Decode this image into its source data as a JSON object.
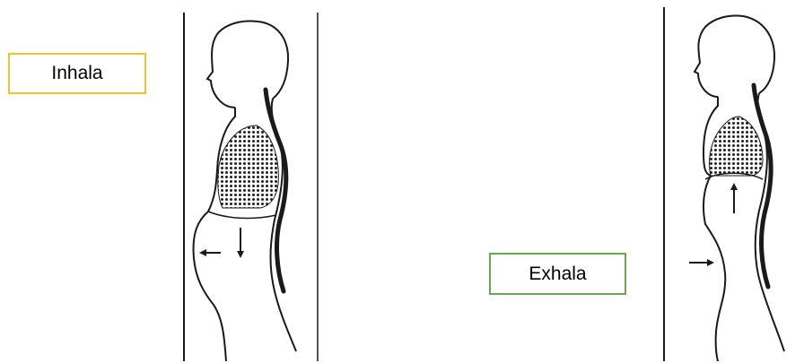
{
  "labels": {
    "inhale": "Inhala",
    "exhale": "Exhala"
  },
  "colors": {
    "inhale_border": "#f2c12e",
    "exhale_border": "#6aa84f",
    "line": "#1a1a1a"
  },
  "figures": {
    "inhale": {
      "arrows": [
        "left-arrow",
        "down-arrow"
      ]
    },
    "exhale": {
      "arrows": [
        "right-arrow",
        "up-arrow"
      ]
    }
  }
}
